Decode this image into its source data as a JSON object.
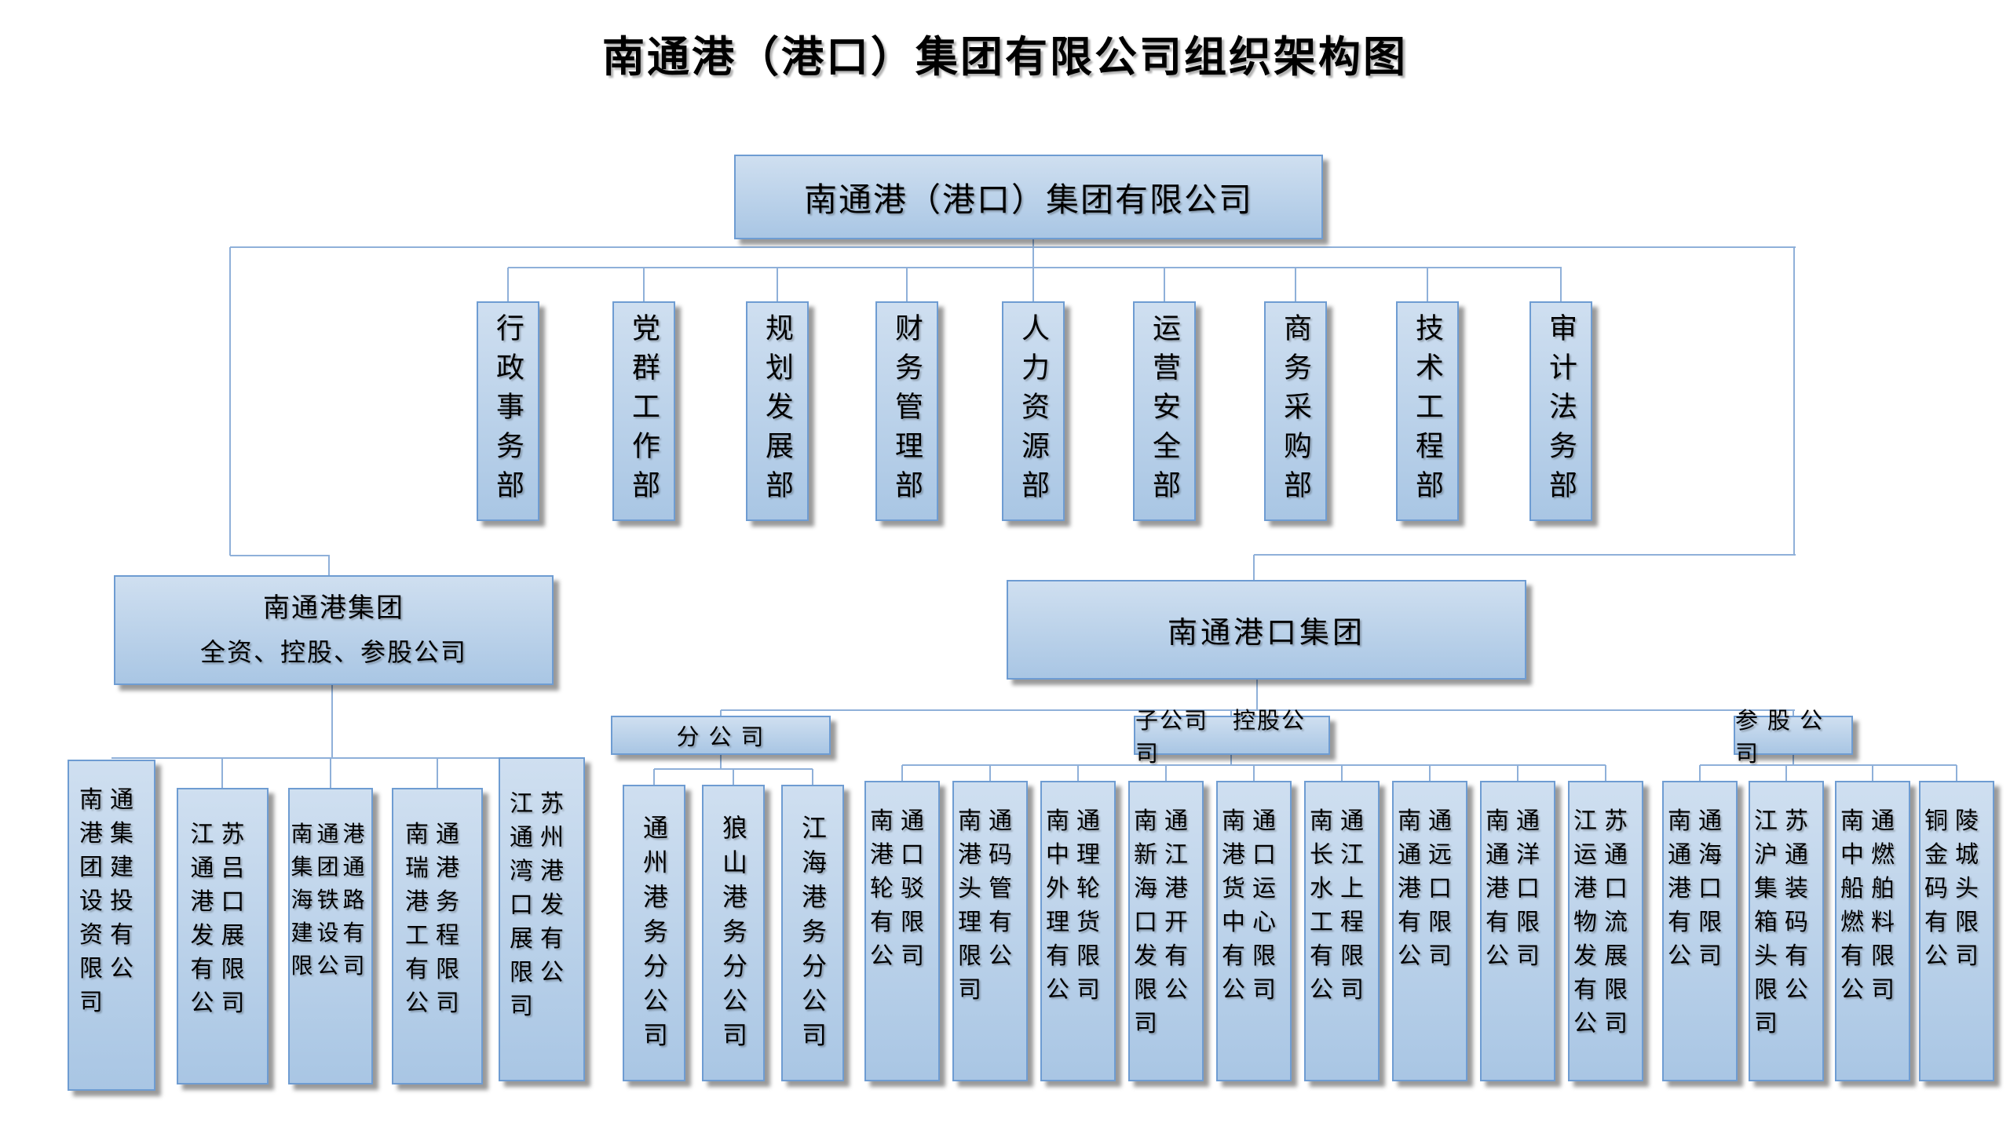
{
  "title": "南通港（港口）集团有限公司组织架构图",
  "root": {
    "label": "南通港（港口）集团有限公司"
  },
  "departments": [
    "行政事务部",
    "党群工作部",
    "规划发展部",
    "财务管理部",
    "人力资源部",
    "运营安全部",
    "商务采购部",
    "技术工程部",
    "审计法务部"
  ],
  "left_branch": {
    "title_line1": "南通港集团",
    "title_line2": "全资、控股、参股公司",
    "companies": [
      "南通港集团建设投资有限公司",
      "江苏通吕港口发展有限公司",
      "南通港集团通海铁路建设有限公司",
      "南通瑞港港务工程有限公司",
      "江苏通州湾港口发展有限公司"
    ]
  },
  "right_branch": {
    "label": "南通港口集团",
    "groups": [
      {
        "label": "分 公 司",
        "companies": [
          "通州港务分公司",
          "狼山港务分公司",
          "江海港务分公司"
        ]
      },
      {
        "label": "子公司　控股公司",
        "companies": [
          "南通港口轮驳有限公司",
          "南通港码头管理有限公司",
          "南通中理外轮理货有限公司",
          "南通新江海港口开发有限公司",
          "南通港口货运中心有限公司",
          "南通长江水上工程有限公司",
          "南通通远港口有限公司",
          "南通通洋港口有限公司",
          "江苏运通港口物流发展有限公司"
        ]
      },
      {
        "label": "参 股 公 司",
        "companies": [
          "南通通海港口有限公司",
          "江苏沪通集装箱码头有限公司",
          "南通中燃船舶燃料有限公司",
          "铜陵金城码头有限公司"
        ]
      }
    ]
  },
  "colors": {
    "background": "#ffffff",
    "box_fill_top": "#cfdff0",
    "box_fill_bottom": "#a9c6e4",
    "box_border": "#6e9cd2",
    "connector": "#8fb0d9",
    "text": "#000000"
  }
}
